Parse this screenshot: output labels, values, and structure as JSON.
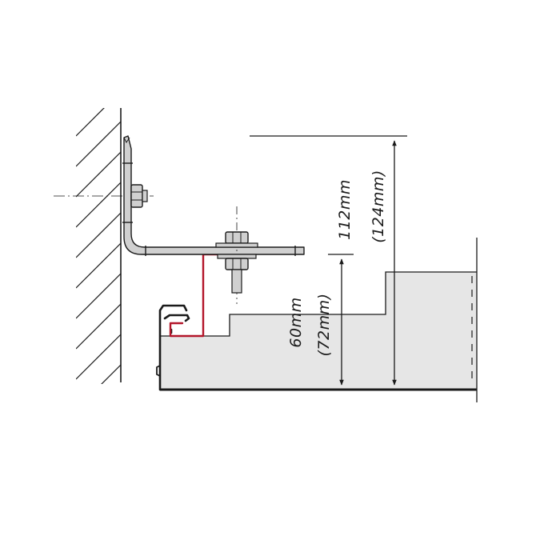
{
  "dimensions": {
    "profile_height": {
      "value": "60mm",
      "alt_value": "(72mm)"
    },
    "total_height": {
      "value": "112mm",
      "alt_value": "(124mm)"
    }
  },
  "colors": {
    "line": "#1a1a1a",
    "panel_fill": "#e6e6e6",
    "bracket_fill": "#d0d0d0",
    "clip": "#b3162a"
  }
}
